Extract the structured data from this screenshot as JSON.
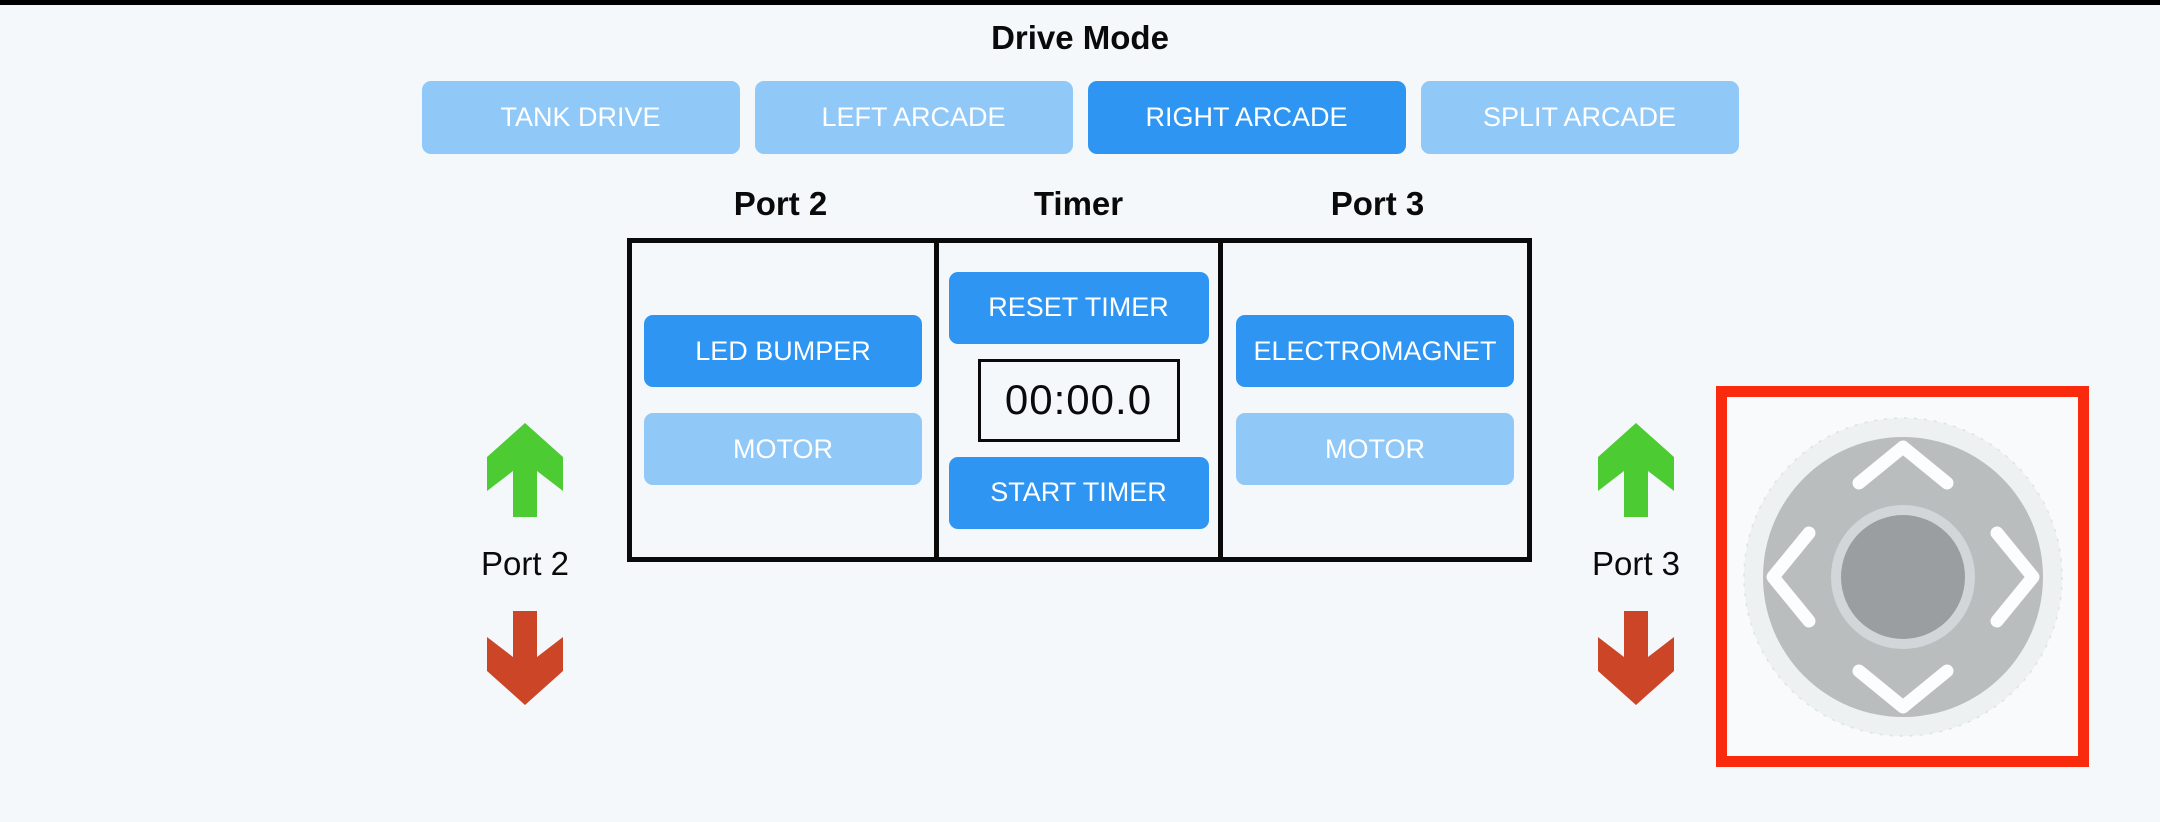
{
  "window": {
    "top_bar_color": "#000000",
    "background_color": "#F5F8FA"
  },
  "drive_mode": {
    "title": "Drive Mode",
    "modes": [
      {
        "label": "TANK DRIVE",
        "active": false
      },
      {
        "label": "LEFT ARCADE",
        "active": false
      },
      {
        "label": "RIGHT ARCADE",
        "active": true
      },
      {
        "label": "SPLIT ARCADE",
        "active": false
      }
    ]
  },
  "control_board": {
    "columns": [
      {
        "header": "Port 2",
        "buttons": [
          {
            "label": "LED BUMPER",
            "on": true
          },
          {
            "label": "MOTOR",
            "on": false
          }
        ]
      },
      {
        "header": "Timer",
        "reset_button": "RESET TIMER",
        "display": "00:00.0",
        "start_button": "START TIMER"
      },
      {
        "header": "Port 3",
        "buttons": [
          {
            "label": "ELECTROMAGNET",
            "on": true
          },
          {
            "label": "MOTOR",
            "on": false
          }
        ]
      }
    ]
  },
  "port2_control": {
    "label": "Port 2",
    "up_icon": "up-arrow",
    "down_icon": "down-arrow"
  },
  "port3_control": {
    "label": "Port 3",
    "up_icon": "up-arrow",
    "down_icon": "down-arrow"
  },
  "joystick": {
    "selected": true,
    "icons": [
      "chevron-up-icon",
      "chevron-left-icon",
      "chevron-right-icon",
      "chevron-down-icon"
    ]
  },
  "colors": {
    "active_blue": "#2E96F2",
    "inactive_blue": "#90C9F8",
    "up_arrow_green": "#4CCB33",
    "down_arrow_red": "#CC4526",
    "selection_border_red": "#F92A0D",
    "joystick_pad_gray": "#B9BDBE",
    "joystick_ring_gray": "#D3D6D8",
    "joystick_knob_gray": "#9A9EA0"
  }
}
